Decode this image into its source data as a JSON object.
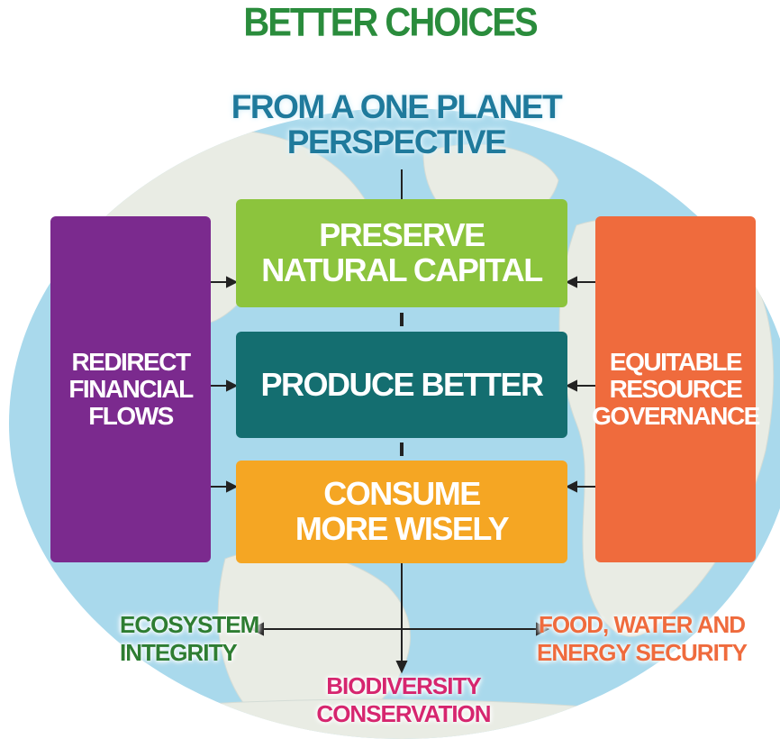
{
  "header": {
    "title": "BETTER CHOICES",
    "subtitle_line1": "FROM A ONE PLANET",
    "subtitle_line2": "PERSPECTIVE"
  },
  "boxes": {
    "preserve": "PRESERVE\nNATURAL CAPITAL",
    "produce": "PRODUCE BETTER",
    "consume": "CONSUME\nMORE WISELY",
    "redirect": "REDIRECT\nFINANCIAL\nFLOWS",
    "equitable": "EQUITABLE\nRESOURCE\nGOVERNANCE"
  },
  "outcomes": {
    "ecosystem": "ECOSYSTEM\nINTEGRITY",
    "food": "FOOD, WATER AND\nENERGY SECURITY",
    "biodiversity": "BIODIVERSITY\nCONSERVATION"
  },
  "colors": {
    "title": "#2a8c3c",
    "subtitle": "#1f7a9c",
    "preserve": "#8cc43d",
    "produce": "#146e70",
    "consume": "#f5a623",
    "redirect": "#7b2a8e",
    "equitable": "#ef6b3d",
    "ocean": "#a9d9ec",
    "land": "#e9ece4",
    "ecosystem": "#2e7d32",
    "food": "#ef6b3d",
    "biodiversity": "#d6266f"
  }
}
